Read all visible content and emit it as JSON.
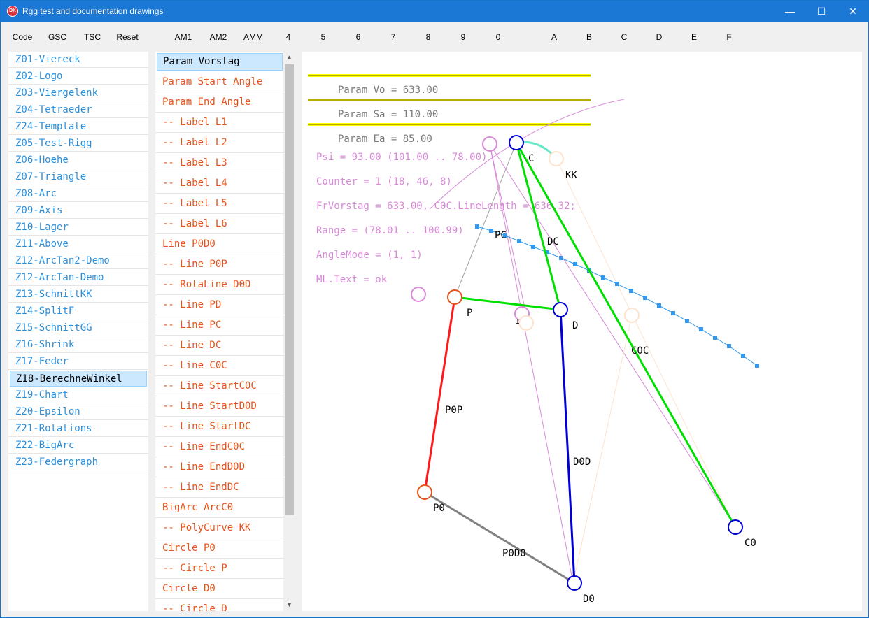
{
  "window": {
    "title": "Rgg test and documentation drawings",
    "icon_text": "DX",
    "min_glyph": "—",
    "max_glyph": "☐",
    "close_glyph": "✕"
  },
  "toolbar": {
    "buttons": [
      "Code",
      "GSC",
      "TSC",
      "Reset",
      "AM1",
      "AM2",
      "AMM",
      "4",
      "5",
      "6",
      "7",
      "8",
      "9",
      "0",
      "A",
      "B",
      "C",
      "D",
      "E",
      "F"
    ]
  },
  "left_list": {
    "items": [
      "Z01-Viereck",
      "Z02-Logo",
      "Z03-Viergelenk",
      "Z04-Tetraeder",
      "Z24-Template",
      "Z05-Test-Rigg",
      "Z06-Hoehe",
      "Z07-Triangle",
      "Z08-Arc",
      "Z09-Axis",
      "Z10-Lager",
      "Z11-Above",
      "Z12-ArcTan2-Demo",
      "Z12-ArcTan-Demo",
      "Z13-SchnittKK",
      "Z14-SplitF",
      "Z15-SchnittGG",
      "Z16-Shrink",
      "Z17-Feder",
      "Z18-BerechneWinkel",
      "Z19-Chart",
      "Z20-Epsilon",
      "Z21-Rotations",
      "Z22-BigArc",
      "Z23-Federgraph"
    ],
    "selected": "Z18-BerechneWinkel"
  },
  "mid_list": {
    "items": [
      "Param Vorstag",
      "Param Start Angle",
      "Param End Angle",
      "-- Label L1",
      "-- Label L2",
      "-- Label L3",
      "-- Label L4",
      "-- Label L5",
      "-- Label L6",
      "Line P0D0",
      "-- Line P0P",
      "-- RotaLine D0D",
      "-- Line PD",
      "-- Line PC",
      "-- Line DC",
      "-- Line C0C",
      "-- Line StartC0C",
      "-- Line StartD0D",
      "-- Line StartDC",
      "-- Line EndC0C",
      "-- Line EndD0D",
      "-- Line EndDC",
      "BigArc ArcC0",
      "-- PolyCurve KK",
      "Circle P0",
      "-- Circle P",
      "Circle D0",
      "-- Circle D"
    ],
    "selected": "Param Vorstag",
    "scroll_up_glyph": "▲",
    "scroll_down_glyph": "▼"
  },
  "canvas": {
    "params": [
      "Param Vo = 633.00",
      "Param Sa = 110.00",
      "Param Ea = 85.00"
    ],
    "info_lines": [
      "Psi = 93.00 (101.00 .. 78.00)",
      "Counter = 1 (18, 46, 8)",
      "FrVorstag = 633.00, C0C.LineLength = 636.32;",
      "Range = (78.01 .. 100.99)",
      "AngleMode = (1, 1)",
      "ML.Text = ok"
    ],
    "labels": {
      "C": "C",
      "KK": "KK",
      "PC": "PC",
      "DC": "DC",
      "P": "P",
      "D": "D",
      "C0C": "C0C",
      "P0P": "P0P",
      "D0D": "D0D",
      "P0": "P0",
      "P0D0": "P0D0",
      "C0": "C0",
      "D0": "D0",
      "small": "I"
    },
    "colors": {
      "param_bar": "#ffff00",
      "info_text": "#d98ad9",
      "param_text": "#7a7a7a",
      "line_green": "#00e000",
      "line_red": "#ff1a1a",
      "line_blue": "#0000d6",
      "line_gray": "#808080",
      "curve_blue": "#3399ee"
    }
  }
}
